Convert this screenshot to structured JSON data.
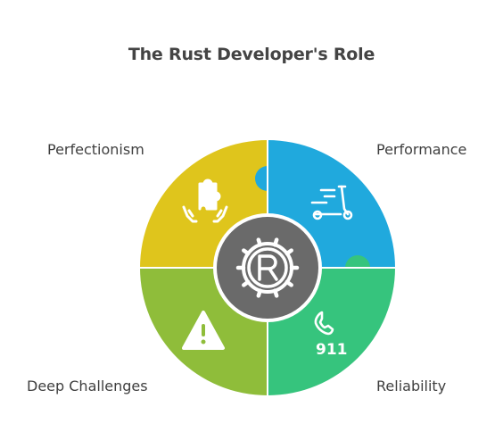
{
  "title": "The Rust Developer's Role",
  "segments": [
    {
      "label": "Perfectionism",
      "color": "#DFC51C",
      "icon": "hands-holding-puzzle-icon"
    },
    {
      "label": "Performance",
      "color": "#20A9DD",
      "icon": "electric-scooter-icon"
    },
    {
      "label": "Deep Challenges",
      "color": "#8FBD3A",
      "icon": "warning-triangle-icon"
    },
    {
      "label": "Reliability",
      "color": "#36C47D",
      "icon": "phone-911-icon"
    }
  ],
  "center": {
    "icon": "rust-gear-logo-icon",
    "color": "#6A6A6A"
  },
  "icon_text": {
    "emergency": "911"
  }
}
